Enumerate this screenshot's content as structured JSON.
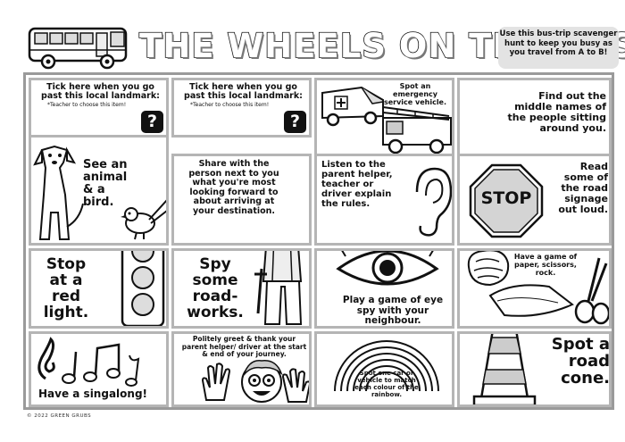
{
  "header": {
    "title": "THE WHEELS ON THE BUS",
    "intro": "Use this bus-trip scavenger hunt to keep you busy as you travel from A to B!"
  },
  "cells": {
    "landmark_1": {
      "title": "Tick here when you go past this local landmark:",
      "note": "*Teacher to choose this item!",
      "icon": "question-mark-icon"
    },
    "landmark_2": {
      "title": "Tick here when you go past this local landmark:",
      "note": "*Teacher to choose this item!",
      "icon": "question-mark-icon"
    },
    "emergency": {
      "text": "Spot an emergency service vehicle."
    },
    "middle_names": {
      "text": "Find out the middle names of the people sitting around you."
    },
    "animal": {
      "text": "See an animal & a bird."
    },
    "share": {
      "text": "Share with the person next to you what you're most looking forward to about arriving at your destination."
    },
    "listen": {
      "text": "Listen to the parent helper, teacher or driver explain the rules."
    },
    "signage": {
      "text": "Read some of the road signage out loud.",
      "sign": "STOP"
    },
    "red_light": {
      "text": "Stop at a red light."
    },
    "roadworks": {
      "text": "Spy some road-works."
    },
    "eye_spy": {
      "text": "Play a game of eye spy with your neighbour."
    },
    "rps": {
      "text": "Have a game of paper, scissors, rock."
    },
    "singalong": {
      "text": "Have a singalong!"
    },
    "greet": {
      "text": "Politely greet & thank your parent helper/ driver at the start & end of your journey."
    },
    "rainbow": {
      "text": "Spot one car or vehicle to match each colour of the rainbow."
    },
    "cone": {
      "text": "Spot a road cone."
    }
  },
  "footer": {
    "copyright": "© 2022 GREEN GRUBS"
  }
}
